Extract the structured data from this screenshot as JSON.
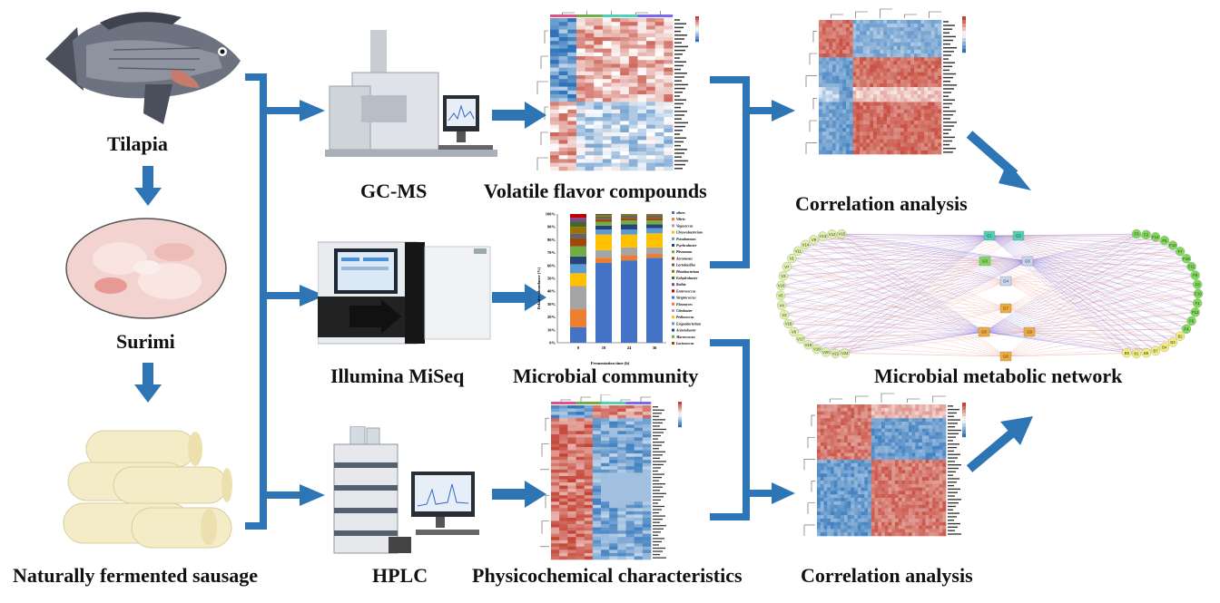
{
  "colors": {
    "arrow": "#2e75b6",
    "heat_red": "#c23b2e",
    "heat_blue": "#2f6fb0",
    "bar_blue": "#4472c4",
    "bar_orange": "#ed7d31",
    "bar_gray": "#a5a5a5",
    "bar_yellow": "#ffc000",
    "bar_navy": "#264478",
    "bar_green": "#70ad47",
    "net_green": "#7ed957",
    "net_yellow": "#f5f07a",
    "net_orange": "#f2a93b",
    "net_teal": "#4fd1b5",
    "net_pink": "#e0508a"
  },
  "labels": {
    "tilapia": "Tilapia",
    "surimi": "Surimi",
    "sausage": "Naturally fermented sausage",
    "gcms": "GC-MS",
    "volatile": "Volatile flavor compounds",
    "correlation_top": "Correlation analysis",
    "illumina": "Illumina MiSeq",
    "microbial": "Microbial community",
    "network": "Microbial metabolic network",
    "hplc": "HPLC",
    "physicochemical": "Physicochemical characteristics",
    "correlation_bottom": "Correlation analysis"
  },
  "bar_chart": {
    "ylabel": "Relative abundance (%)",
    "xlabel": "Fermentation time (h)",
    "y_ticks": [
      "100%",
      "90%",
      "80%",
      "70%",
      "60%",
      "50%",
      "40%",
      "30%",
      "20%",
      "10%",
      "0%"
    ],
    "x_ticks": [
      "0",
      "18",
      "24",
      "36"
    ],
    "legend": [
      "others",
      "Vibrio",
      "Vagococcus",
      "Chryseobacterium",
      "Pseudomonas",
      "Psychrobacter",
      "Pleomonas",
      "Aeromonas",
      "Lactobacillus",
      "Photobacterium",
      "Enhydrobacter",
      "Rothia",
      "Enterococcus",
      "Streptococcus",
      "Flavonyces",
      "Citrobacter",
      "Pediococcus",
      "Exiguobacterium",
      "Acinetobacter",
      "Macrococcus",
      "Lactococcus"
    ]
  },
  "network": {
    "hub_nodes": [
      "G1",
      "G2",
      "G3",
      "G5",
      "G4",
      "G7",
      "G8",
      "G9",
      "G6"
    ],
    "left_nodes": [
      "V15",
      "V12",
      "V13",
      "V9",
      "V14",
      "V11",
      "V1",
      "V7",
      "V3",
      "V10",
      "V5",
      "V4",
      "V2",
      "V16",
      "V6",
      "V17",
      "V19",
      "V18",
      "V20",
      "V21",
      "V22"
    ],
    "right_nodes": [
      "F3",
      "F2",
      "F14",
      "F5",
      "F13",
      "F7",
      "F15",
      "F11",
      "F9",
      "F8",
      "F10",
      "F1",
      "F12",
      "F6",
      "F4",
      "B2",
      "B3",
      "B4",
      "B7",
      "B6",
      "B1",
      "B5"
    ]
  }
}
